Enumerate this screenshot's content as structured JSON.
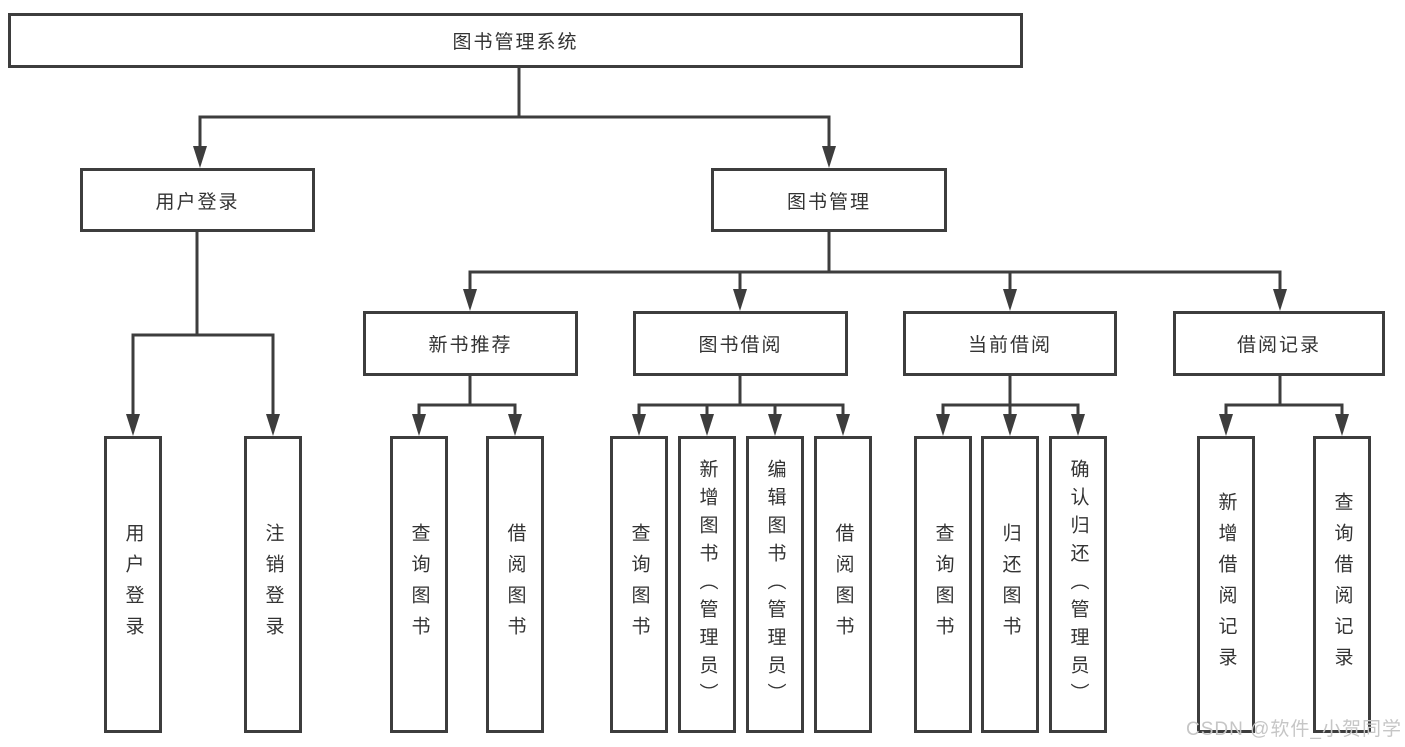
{
  "diagram": {
    "root": "图书管理系统",
    "level2": {
      "user": "用户登录",
      "books": "图书管理"
    },
    "level3": {
      "recommend": "新书推荐",
      "borrow": "图书借阅",
      "current": "当前借阅",
      "records": "借阅记录"
    },
    "leaves": {
      "user": [
        "用户登录",
        "注销登录"
      ],
      "recommend": [
        "查询图书",
        "借阅图书"
      ],
      "borrow": [
        "查询图书",
        "新增图书（管理员）",
        "编辑图书（管理员）",
        "借阅图书"
      ],
      "current": [
        "查询图书",
        "归还图书",
        "确认归还（管理员）"
      ],
      "records": [
        "新增借阅记录",
        "查询借阅记录"
      ]
    }
  },
  "watermark": "CSDN @软件_小贺同学",
  "colors": {
    "line": "#3d3d3d",
    "text": "#333333",
    "watermark": "#c6c6c6",
    "background": "#ffffff"
  }
}
